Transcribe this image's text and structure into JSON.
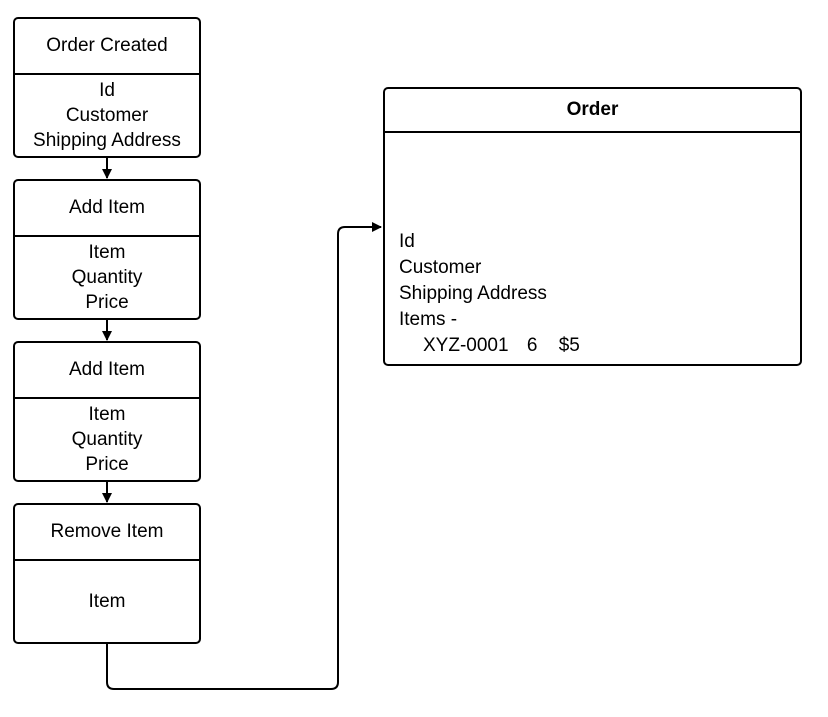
{
  "events": [
    {
      "title": "Order Created",
      "fields": [
        "Id",
        "Customer",
        "Shipping Address"
      ]
    },
    {
      "title": "Add Item",
      "fields": [
        "Item",
        "Quantity",
        "Price"
      ]
    },
    {
      "title": "Add Item",
      "fields": [
        "Item",
        "Quantity",
        "Price"
      ]
    },
    {
      "title": "Remove Item",
      "fields": [
        "Item"
      ]
    }
  ],
  "order": {
    "title": "Order",
    "fields": [
      "Id",
      "Customer",
      "Shipping Address",
      "Items -"
    ],
    "item": {
      "sku": "XYZ-0001",
      "quantity": "6",
      "price": "$5"
    }
  }
}
